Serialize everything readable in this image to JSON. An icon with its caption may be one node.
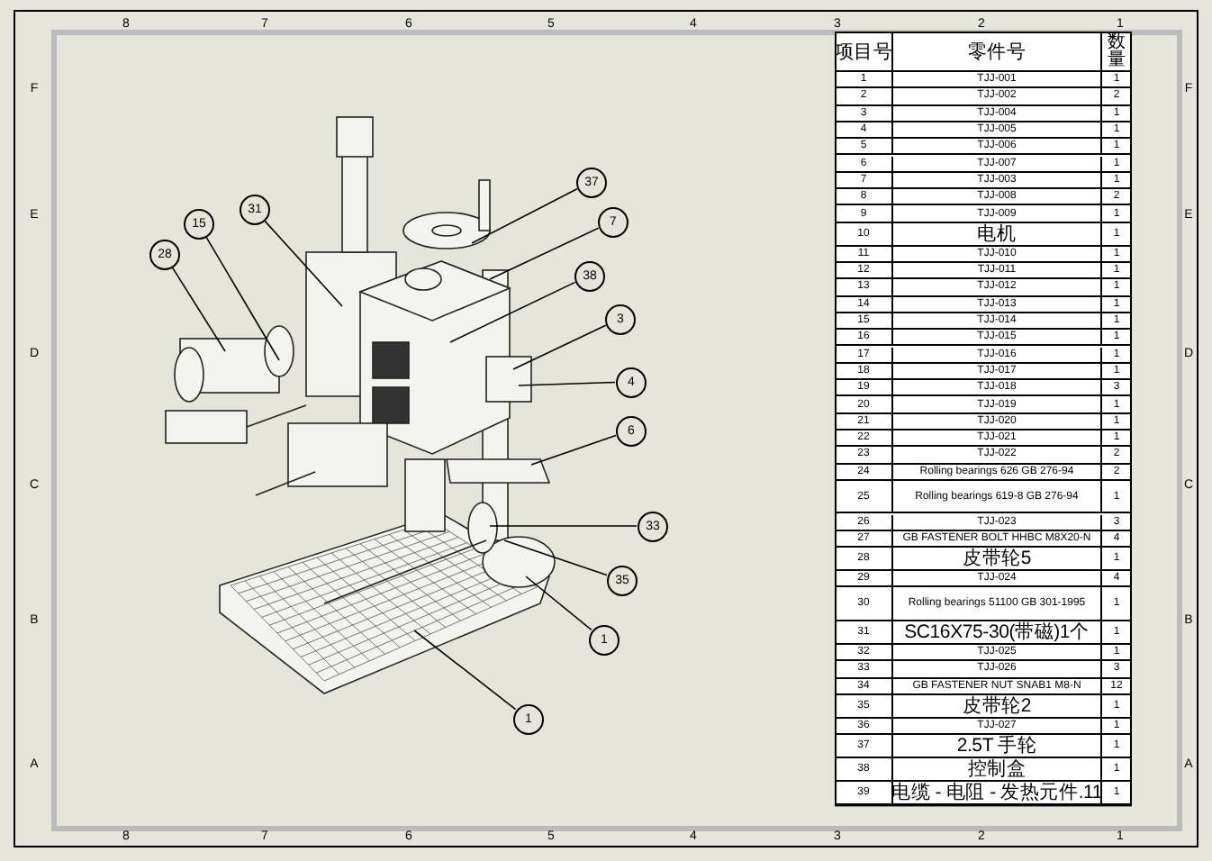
{
  "diagram": {
    "nodes": [
      {
        "text": [
          "37"
        ]
      },
      {
        "text": [
          "7"
        ]
      },
      {
        "text": [
          "38"
        ]
      },
      {
        "text": [
          "3"
        ]
      },
      {
        "text": [
          "4"
        ]
      },
      {
        "text": [
          "6"
        ]
      },
      {
        "text": [
          "33"
        ]
      },
      {
        "text": [
          "35"
        ]
      },
      {
        "text": [
          "1"
        ]
      },
      {
        "text": [
          "1"
        ]
      },
      {
        "text": [
          "15"
        ]
      },
      {
        "text": [
          "31"
        ]
      },
      {
        "text": [
          "28"
        ]
      }
    ],
    "edges": [
      {
        "from": 0,
        "to": null,
        "arrow": "none"
      },
      {
        "from": 1,
        "to": null,
        "arrow": "none"
      },
      {
        "from": 2,
        "to": null,
        "arrow": "none"
      },
      {
        "from": 3,
        "to": null,
        "arrow": "none"
      },
      {
        "from": 4,
        "to": null,
        "arrow": "none"
      },
      {
        "from": 5,
        "to": null,
        "arrow": "none"
      },
      {
        "from": 6,
        "to": null,
        "arrow": "none"
      },
      {
        "from": 7,
        "to": null,
        "arrow": "none"
      },
      {
        "from": 8,
        "to": null,
        "arrow": "none"
      },
      {
        "from": 9,
        "to": null,
        "arrow": "none"
      },
      {
        "from": 10,
        "to": null,
        "arrow": "none"
      },
      {
        "from": 11,
        "to": null,
        "arrow": "none"
      },
      {
        "from": 12,
        "to": null,
        "arrow": "none"
      }
    ],
    "labels": [
      "8",
      "7",
      "6",
      "5",
      "4",
      "3",
      "2",
      "1",
      "F",
      "E",
      "D",
      "C",
      "B",
      "A",
      "F",
      "E",
      "D",
      "C",
      "B",
      "A",
      "8",
      "7",
      "6",
      "5",
      "4",
      "3",
      "2",
      "1",
      "项目号",
      "零件号",
      "数量",
      "1",
      "TJJ-001",
      "1",
      "2",
      "TJJ-002",
      "2",
      "3",
      "TJJ-004",
      "1",
      "4",
      "TJJ-005",
      "1",
      "5",
      "TJJ-006",
      "1",
      "6",
      "TJJ-007",
      "1",
      "7",
      "TJJ-003",
      "1",
      "8",
      "TJJ-008",
      "2",
      "9",
      "TJJ-009",
      "1",
      "10",
      "电机",
      "1",
      "11",
      "TJJ-010",
      "1",
      "12",
      "TJJ-011",
      "1",
      "13",
      "TJJ-012",
      "1",
      "14",
      "TJJ-013",
      "1",
      "15",
      "TJJ-014",
      "1",
      "16",
      "TJJ-015",
      "1",
      "17",
      "TJJ-016",
      "1",
      "18",
      "TJJ-017",
      "1",
      "19",
      "TJJ-018",
      "3",
      "20",
      "TJJ-019",
      "1",
      "21",
      "TJJ-020",
      "1",
      "22",
      "TJJ-021",
      "1",
      "23",
      "TJJ-022",
      "2",
      "24",
      "Rolling bearings 626 GB 276-94",
      "2",
      "25",
      "Rolling bearings 619-8 GB 276-94",
      "1",
      "26",
      "TJJ-023",
      "3",
      "27",
      "GB FASTENER BOLT HHBC M8X20-N",
      "4",
      "28",
      "皮带轮5",
      "1",
      "29",
      "TJJ-024",
      "4",
      "30",
      "Rolling bearings 51100 GB 301-1995",
      "1",
      "31",
      "SC16X75-30(带磁)1个",
      "1",
      "32",
      "TJJ-025",
      "1",
      "33",
      "TJJ-026",
      "3",
      "34",
      "GB FASTENER NUT SNAB1 M8-N",
      "12",
      "35",
      "皮带轮2",
      "1",
      "36",
      "TJJ-027",
      "1",
      "37",
      "2.5T 手轮",
      "1",
      "38",
      "控制盒",
      "1",
      "39",
      "电缆 - 电阻 - 发热元件.11",
      "1"
    ]
  }
}
